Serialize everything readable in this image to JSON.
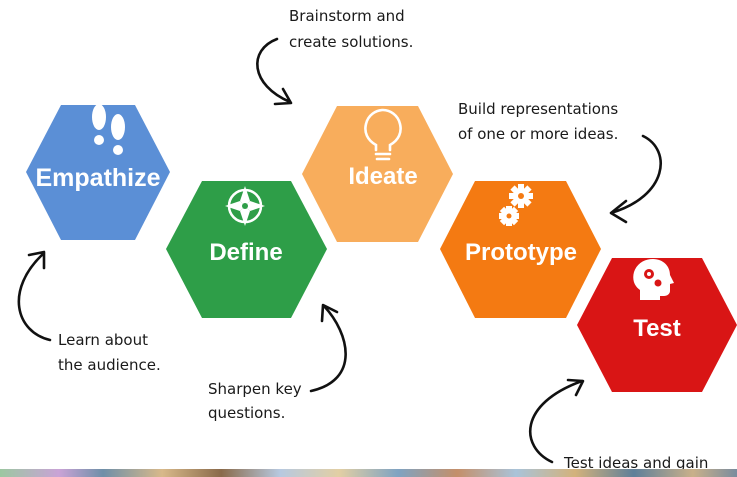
{
  "steps": [
    {
      "label": "Empathize",
      "color": "#5b8fd6",
      "icon": "footprints-icon"
    },
    {
      "label": "Define",
      "color": "#2e9e48",
      "icon": "compass-icon"
    },
    {
      "label": "Ideate",
      "color": "#f8ad5c",
      "icon": "lightbulb-icon"
    },
    {
      "label": "Prototype",
      "color": "#f47a12",
      "icon": "gears-icon"
    },
    {
      "label": "Test",
      "color": "#d91515",
      "icon": "head-gears-icon"
    }
  ],
  "notes": {
    "ideate": [
      "Brainstorm and",
      "create solutions."
    ],
    "prototype": [
      "Build representations",
      "of one or more ideas."
    ],
    "empathize": [
      "Learn about",
      "the audience."
    ],
    "define": [
      "Sharpen key",
      "questions."
    ],
    "test": [
      "Test ideas and gain"
    ]
  }
}
